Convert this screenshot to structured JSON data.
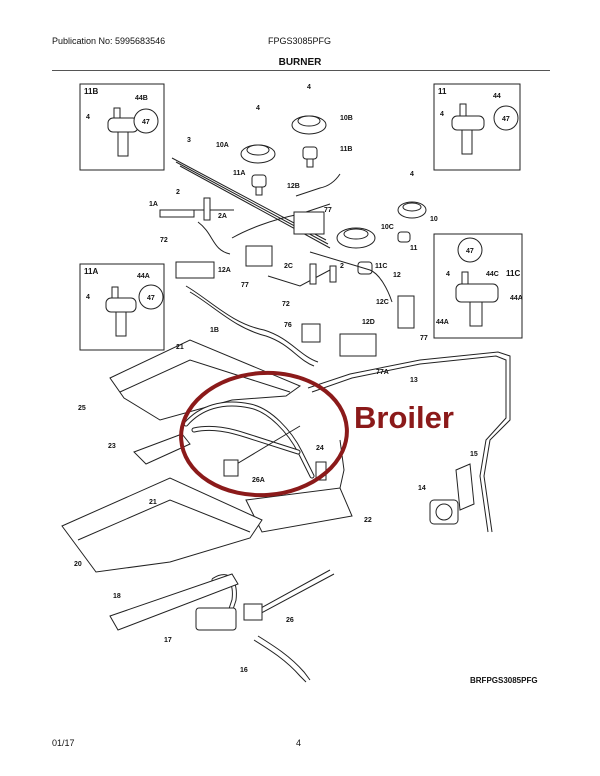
{
  "header": {
    "publication": "Publication No: 5995683546",
    "model": "FPGS3085PFG",
    "title": "BURNER"
  },
  "annotation": {
    "text": "Broiler",
    "color": "#8b1a1a"
  },
  "drawing_code": "BRFPGS3085PFG",
  "footer": {
    "date": "01/17",
    "page": "4"
  },
  "insets": {
    "11B": {
      "title": "11B",
      "labels": [
        "44B",
        "4",
        "47"
      ]
    },
    "11": {
      "title": "11",
      "labels": [
        "44",
        "4",
        "47"
      ]
    },
    "11A": {
      "title": "11A",
      "labels": [
        "44A",
        "4",
        "47"
      ]
    },
    "11C": {
      "title": "11C",
      "labels": [
        "47",
        "4",
        "44C",
        "44A",
        "44A"
      ]
    }
  },
  "callouts": [
    "3",
    "4",
    "10A",
    "11A",
    "4",
    "10B",
    "11B",
    "12B",
    "2",
    "1A",
    "2A",
    "72",
    "77",
    "4",
    "10C",
    "10",
    "11",
    "12A",
    "77",
    "2C",
    "2",
    "11C",
    "12",
    "72",
    "12C",
    "1B",
    "76",
    "12D",
    "77",
    "77A",
    "21",
    "25",
    "13",
    "24",
    "23",
    "26A",
    "15",
    "14",
    "21",
    "22",
    "20",
    "18",
    "26",
    "17",
    "16"
  ]
}
